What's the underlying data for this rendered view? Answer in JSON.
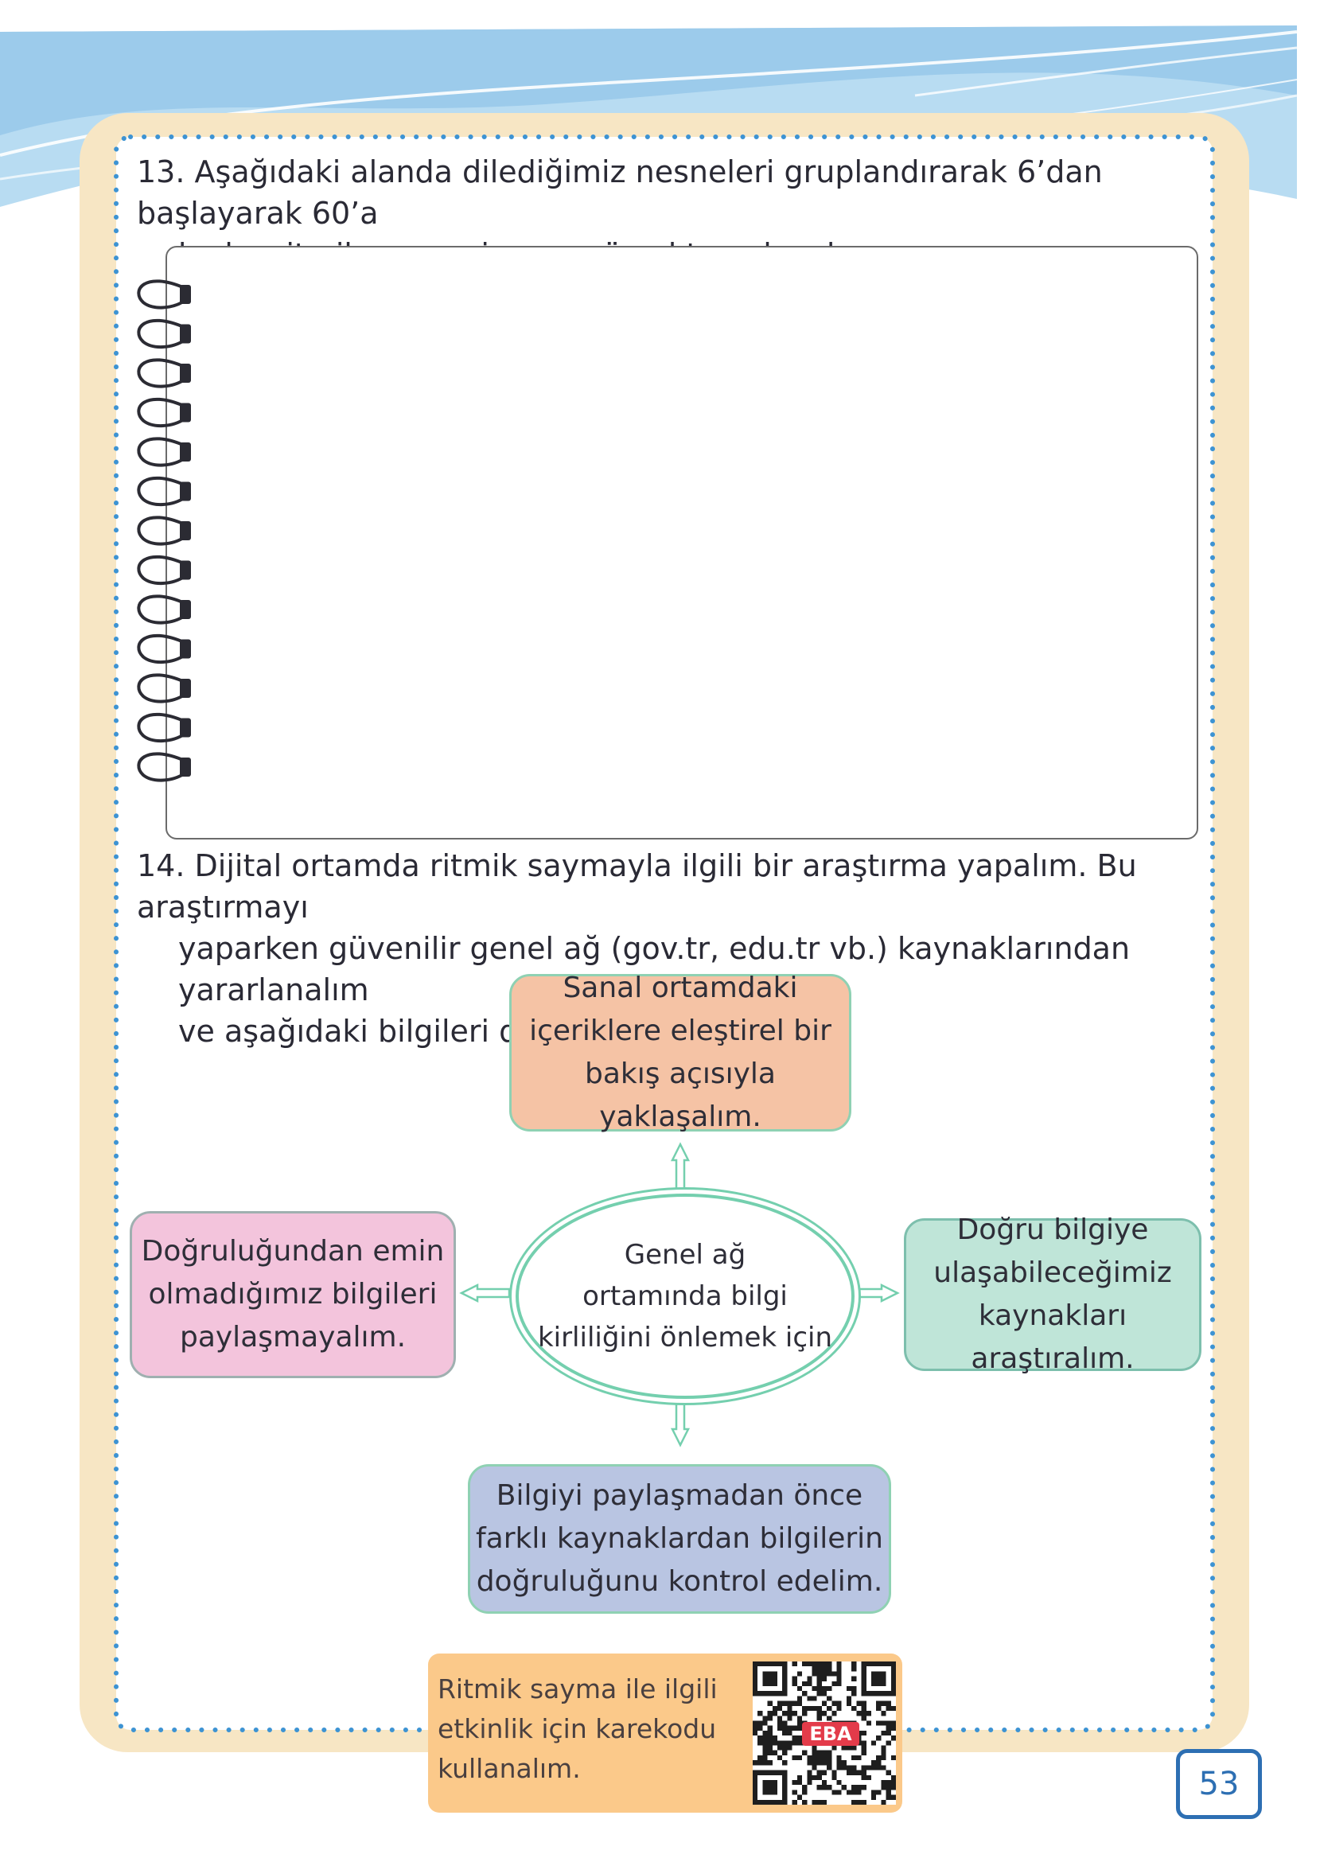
{
  "q13": {
    "number": "13.",
    "line1": "Aşağıdaki alanda dilediğimiz nesneleri gruplandırarak 6’dan başlayarak 60’a",
    "line2": "kadar ritmik sayma içeren görsel tasarlayalım."
  },
  "q14": {
    "number": "14.",
    "line1": "Dijital ortamda ritmik saymayla ilgili bir araştırma yapalım. Bu araştırmayı",
    "line2": "yaparken güvenilir genel ağ (gov.tr, edu.tr vb.) kaynaklarından yararlanalım",
    "line3": "ve aşağıdaki bilgileri dikkate alalım."
  },
  "diagram": {
    "center": [
      "Genel ağ",
      "ortamında bilgi",
      "kirliliğini önlemek için"
    ],
    "top": [
      "Sanal ortamdaki",
      "içeriklere eleştirel bir",
      "bakış açısıyla yaklaşalım."
    ],
    "left": [
      "Doğruluğundan emin",
      "olmadığımız bilgileri",
      "paylaşmayalım."
    ],
    "right": [
      "Doğru bilgiye",
      "ulaşabileceğimiz",
      "kaynakları araştıralım."
    ],
    "bottom": [
      "Bilgiyi paylaşmadan önce",
      "farklı kaynaklardan bilgilerin",
      "doğruluğunu kontrol edelim."
    ]
  },
  "qr": {
    "text": [
      "Ritmik sayma ile ilgili",
      "etkinlik için karekodu",
      "kullanalım."
    ],
    "logo": "EBA"
  },
  "page_number": "53",
  "colors": {
    "header_blue": "#a8d4ee",
    "frame_beige": "#f7e6c4",
    "dots_blue": "#3d93d3",
    "arrow_teal": "#74cfae",
    "page_num_blue": "#2d6fb3"
  }
}
